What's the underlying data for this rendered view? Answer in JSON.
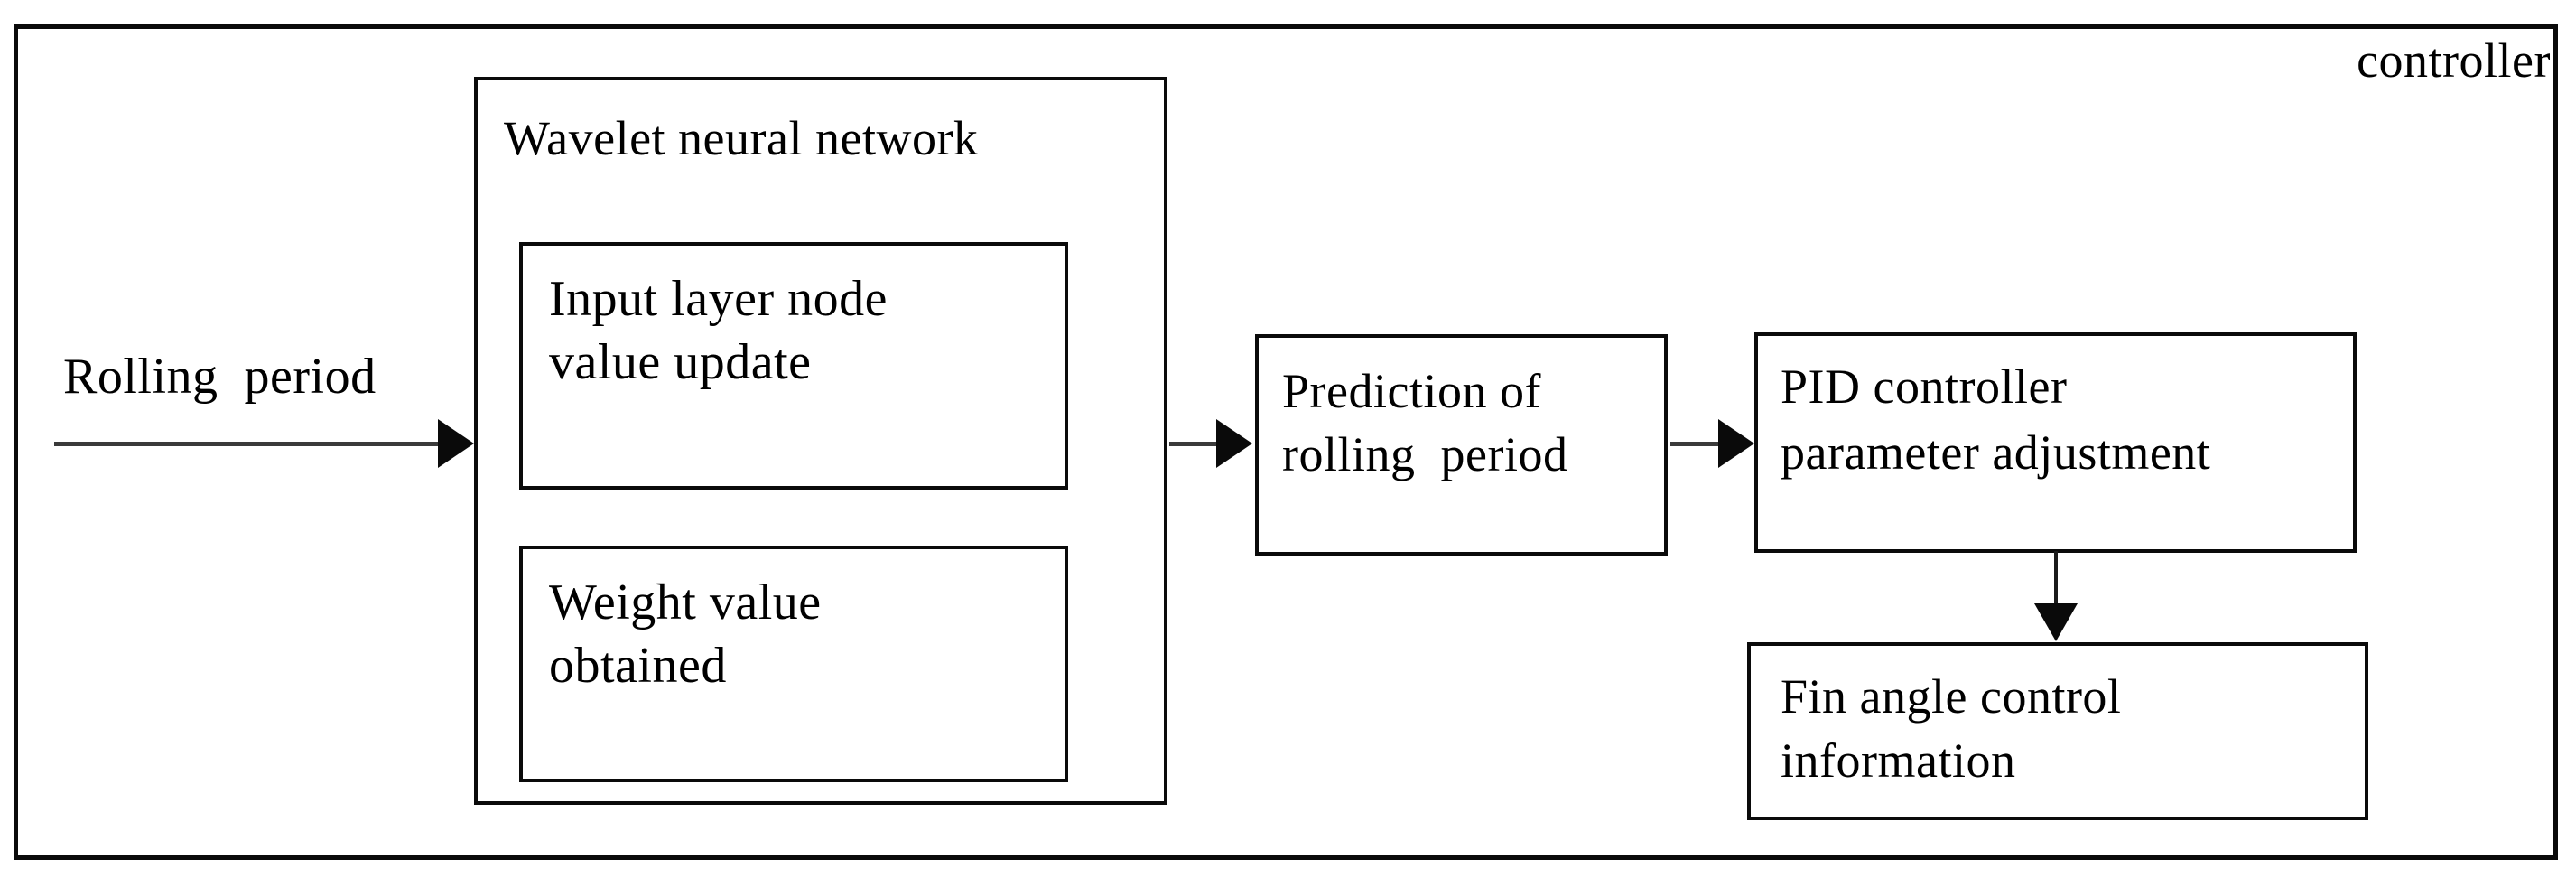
{
  "diagram": {
    "frame_label": "controller",
    "blocks": {
      "wavelet": {
        "title": "Wavelet neural network",
        "children": [
          {
            "id": "input-node",
            "label": "Input layer node\nvalue update"
          },
          {
            "id": "weight",
            "label": "Weight value\nobtained"
          }
        ]
      },
      "prediction": {
        "label": "Prediction of\nrolling  period"
      },
      "pid": {
        "label": "PID controller\nparameter adjustment"
      },
      "fin": {
        "label": "Fin angle control\ninformation"
      }
    },
    "inputs": [
      {
        "id": "rolling-period",
        "label": "Rolling  period"
      }
    ],
    "connectors": [
      {
        "id": "rolling-period-to-wavelet",
        "type": "arrow-right"
      },
      {
        "id": "wavelet-to-prediction",
        "type": "arrow-right"
      },
      {
        "id": "prediction-to-pid",
        "type": "arrow-right"
      },
      {
        "id": "pid-to-fin",
        "type": "arrow-down"
      }
    ],
    "colors": {
      "stroke": "#0a0a0a",
      "background": "#ffffff",
      "text": "#000000"
    }
  }
}
